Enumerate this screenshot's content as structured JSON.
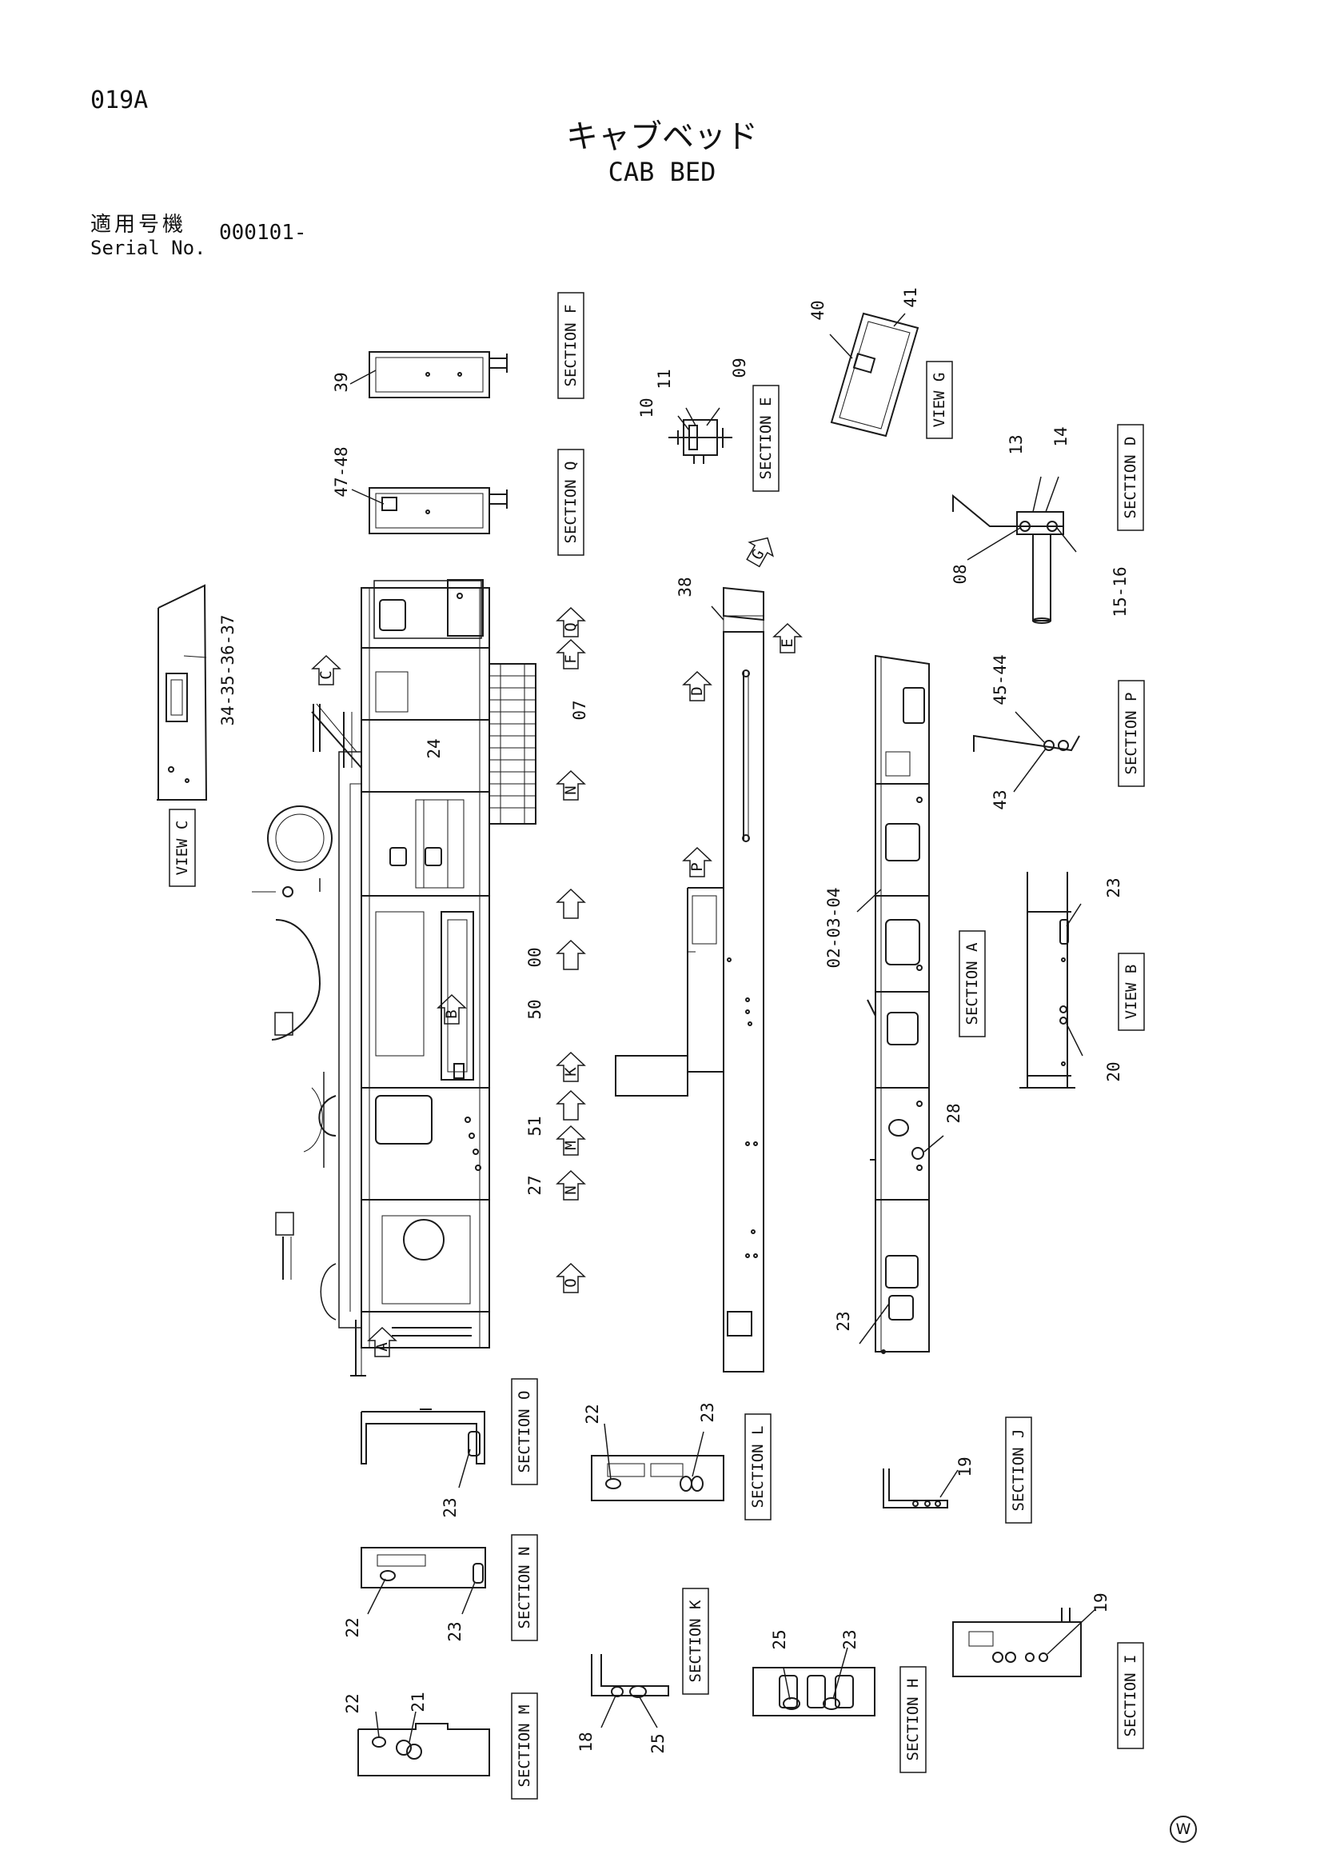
{
  "header": {
    "page_code": "019A",
    "title_jp": "キャブベッド",
    "title_en": "CAB BED",
    "serial_label_jp": "適用号機",
    "serial_label_en": "Serial No.",
    "serial_value": "000101-"
  },
  "footer_mark": "W",
  "sections": [
    {
      "key": "sec-f",
      "text": "SECTION F"
    },
    {
      "key": "sec-q",
      "text": "SECTION Q"
    },
    {
      "key": "sec-e",
      "text": "SECTION E"
    },
    {
      "key": "view-g",
      "text": "VIEW G"
    },
    {
      "key": "sec-d",
      "text": "SECTION D"
    },
    {
      "key": "view-c",
      "text": "VIEW C"
    },
    {
      "key": "sec-p",
      "text": "SECTION P"
    },
    {
      "key": "sec-a",
      "text": "SECTION A"
    },
    {
      "key": "view-b",
      "text": "VIEW B"
    },
    {
      "key": "sec-o",
      "text": "SECTION O"
    },
    {
      "key": "sec-l",
      "text": "SECTION L"
    },
    {
      "key": "sec-j",
      "text": "SECTION J"
    },
    {
      "key": "sec-n",
      "text": "SECTION N"
    },
    {
      "key": "sec-k",
      "text": "SECTION K"
    },
    {
      "key": "sec-h",
      "text": "SECTION H"
    },
    {
      "key": "sec-i",
      "text": "SECTION I"
    },
    {
      "key": "sec-m",
      "text": "SECTION M"
    }
  ],
  "callouts": [
    {
      "key": "c39",
      "text": "39"
    },
    {
      "key": "c4748",
      "text": "47-48"
    },
    {
      "key": "c10",
      "text": "10"
    },
    {
      "key": "c11",
      "text": "11"
    },
    {
      "key": "c09",
      "text": "09"
    },
    {
      "key": "c40",
      "text": "40"
    },
    {
      "key": "c41",
      "text": "41"
    },
    {
      "key": "c13",
      "text": "13"
    },
    {
      "key": "c14",
      "text": "14"
    },
    {
      "key": "c08",
      "text": "08"
    },
    {
      "key": "c1516",
      "text": "15-16"
    },
    {
      "key": "c34",
      "text": "34-35-36-37"
    },
    {
      "key": "c38",
      "text": "38"
    },
    {
      "key": "c07",
      "text": "07"
    },
    {
      "key": "c24",
      "text": "24"
    },
    {
      "key": "c4544",
      "text": "45-44"
    },
    {
      "key": "c43",
      "text": "43"
    },
    {
      "key": "c020304",
      "text": "02-03-04"
    },
    {
      "key": "c00",
      "text": "00"
    },
    {
      "key": "c50",
      "text": "50"
    },
    {
      "key": "c51",
      "text": "51"
    },
    {
      "key": "c27",
      "text": "27"
    },
    {
      "key": "c28",
      "text": "28"
    },
    {
      "key": "c23a",
      "text": "23"
    },
    {
      "key": "c20",
      "text": "20"
    },
    {
      "key": "c23b",
      "text": "23"
    },
    {
      "key": "c23c",
      "text": "23"
    },
    {
      "key": "c22a",
      "text": "22"
    },
    {
      "key": "c23d",
      "text": "23"
    },
    {
      "key": "c19a",
      "text": "19"
    },
    {
      "key": "c22b",
      "text": "22"
    },
    {
      "key": "c23e",
      "text": "23"
    },
    {
      "key": "c25a",
      "text": "25"
    },
    {
      "key": "c23f",
      "text": "23"
    },
    {
      "key": "c19b",
      "text": "19"
    },
    {
      "key": "c18",
      "text": "18"
    },
    {
      "key": "c25b",
      "text": "25"
    },
    {
      "key": "c22c",
      "text": "22"
    },
    {
      "key": "c21",
      "text": "21"
    }
  ],
  "arrows": [
    {
      "key": "ar-c",
      "text": "C"
    },
    {
      "key": "ar-q",
      "text": "Q"
    },
    {
      "key": "ar-f",
      "text": "F"
    },
    {
      "key": "ar-n",
      "text": "N"
    },
    {
      "key": "ar-1",
      "text": ""
    },
    {
      "key": "ar-2",
      "text": ""
    },
    {
      "key": "ar-b",
      "text": "B"
    },
    {
      "key": "ar-k",
      "text": "K"
    },
    {
      "key": "ar-3",
      "text": ""
    },
    {
      "key": "ar-m",
      "text": "M"
    },
    {
      "key": "ar-n2",
      "text": "N"
    },
    {
      "key": "ar-o",
      "text": "O"
    },
    {
      "key": "ar-a",
      "text": "A"
    },
    {
      "key": "ar-g",
      "text": "G"
    },
    {
      "key": "ar-e",
      "text": "E"
    },
    {
      "key": "ar-d",
      "text": "D"
    },
    {
      "key": "ar-p",
      "text": "P"
    }
  ]
}
